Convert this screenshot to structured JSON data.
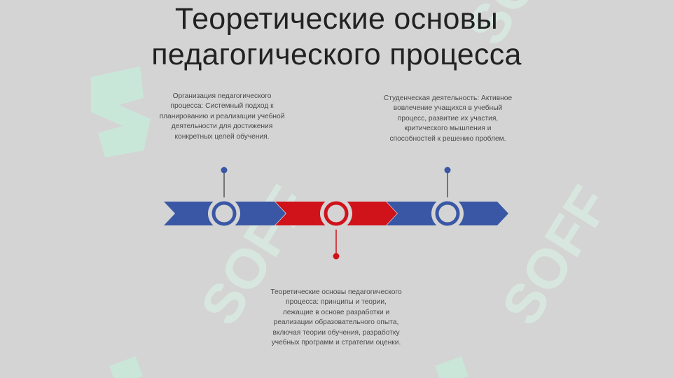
{
  "slide": {
    "title_line1": "Теоретические основы",
    "title_line2": "педагогического процесса"
  },
  "timeline": {
    "segments": [
      {
        "color": "#3a57a5"
      },
      {
        "color": "#d0121b"
      },
      {
        "color": "#3a57a5"
      }
    ],
    "nodes": [
      {
        "color": "#3a57a5",
        "description": "Организация педагогического процесса: Системный подход к планированию и реализации учебной деятельности для достижения конкретных целей обучения."
      },
      {
        "color": "#d0121b",
        "description": "Теоретические основы педагогического процесса: принципы и теории, лежащие в основе разработки и реализации образовательного опыта, включая теории обучения, разработку учебных программ и стратегии оценки."
      },
      {
        "color": "#3a57a5",
        "description": "Студенческая деятельность: Активное вовлечение учащихся в учебный процесс, развитие их участия, критического мышления и способностей к решению проблем."
      }
    ]
  },
  "watermark": {
    "text": "SOFF",
    "color": "#c9efe0"
  }
}
